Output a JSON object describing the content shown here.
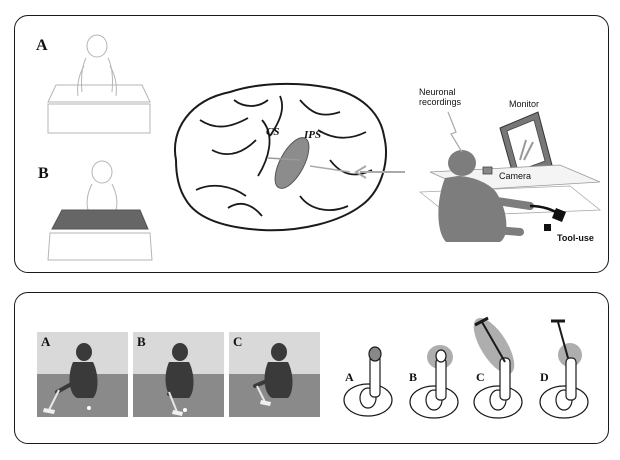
{
  "top_panel": {
    "condition_a_label": "A",
    "condition_b_label": "B",
    "sulcus_cs_label": "CS",
    "sulcus_ips_label": "IPS",
    "recording_label_line1": "Neuronal",
    "recording_label_line2": "recordings",
    "monitor_label": "Monitor",
    "camera_label": "Camera",
    "tool_use_label": "Tool-use"
  },
  "bottom_panel": {
    "photo_labels": [
      "A",
      "B",
      "C"
    ],
    "arm_labels": [
      "A",
      "B",
      "C",
      "D"
    ]
  },
  "colors": {
    "outline": "#1a1a1a",
    "receptive_field": "#8c8c8c",
    "monkey_gray": "#7d7d7d",
    "floor_gray": "#8a8a8a",
    "wall_gray": "#d9d9d9",
    "arrow_gray": "#aaaaaa"
  }
}
